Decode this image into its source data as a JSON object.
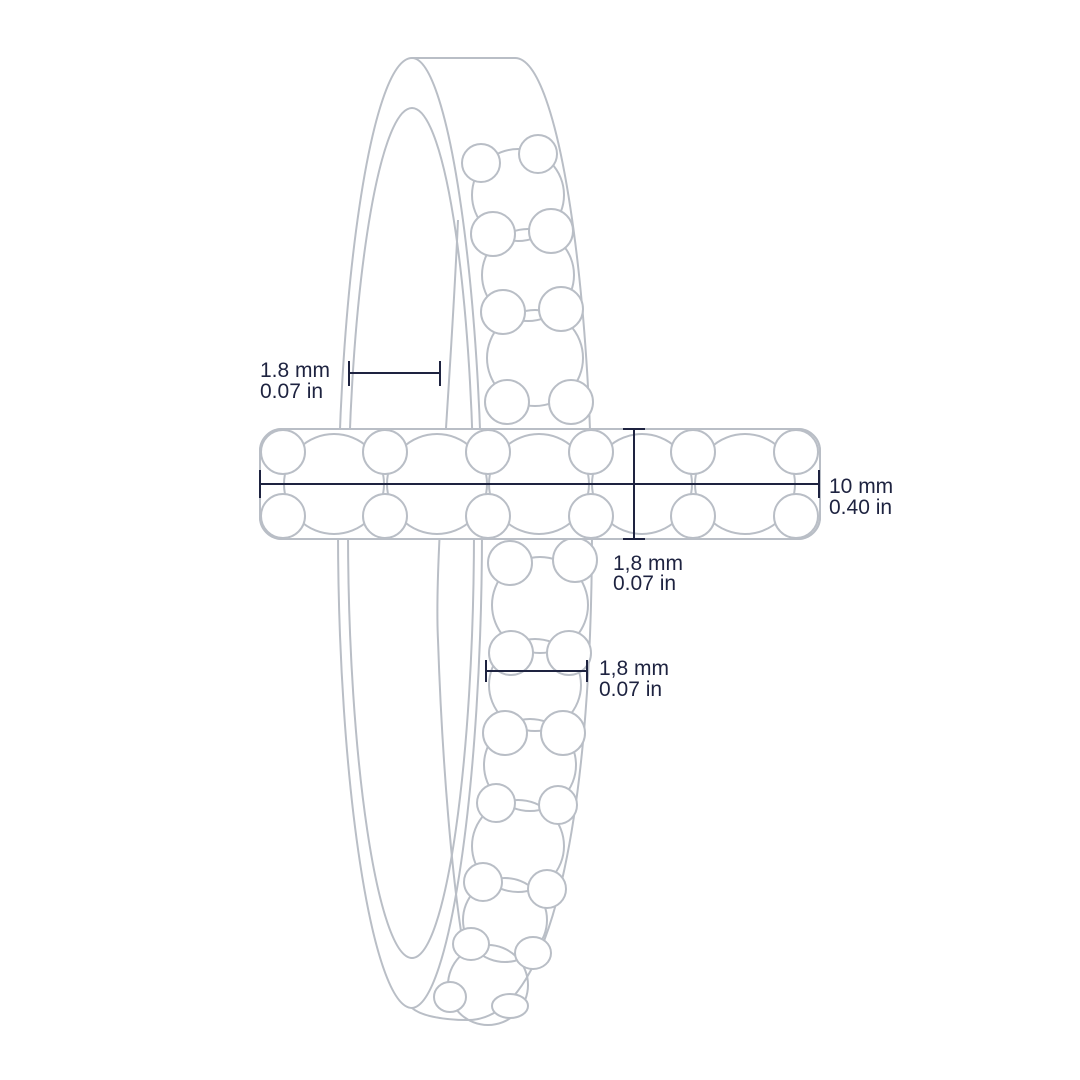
{
  "colors": {
    "outline": "#b9bec6",
    "dimension": "#1e2340",
    "background": "#ffffff"
  },
  "dimensions": {
    "band_thickness": {
      "mm": "1.8 mm",
      "in": "0.07 in"
    },
    "width": {
      "mm": "10 mm",
      "in": "0.40 in"
    },
    "stone_height": {
      "mm": "1,8 mm",
      "in": "0.07 in"
    },
    "stone_diameter": {
      "mm": "1,8 mm",
      "in": "0.07 in"
    }
  }
}
